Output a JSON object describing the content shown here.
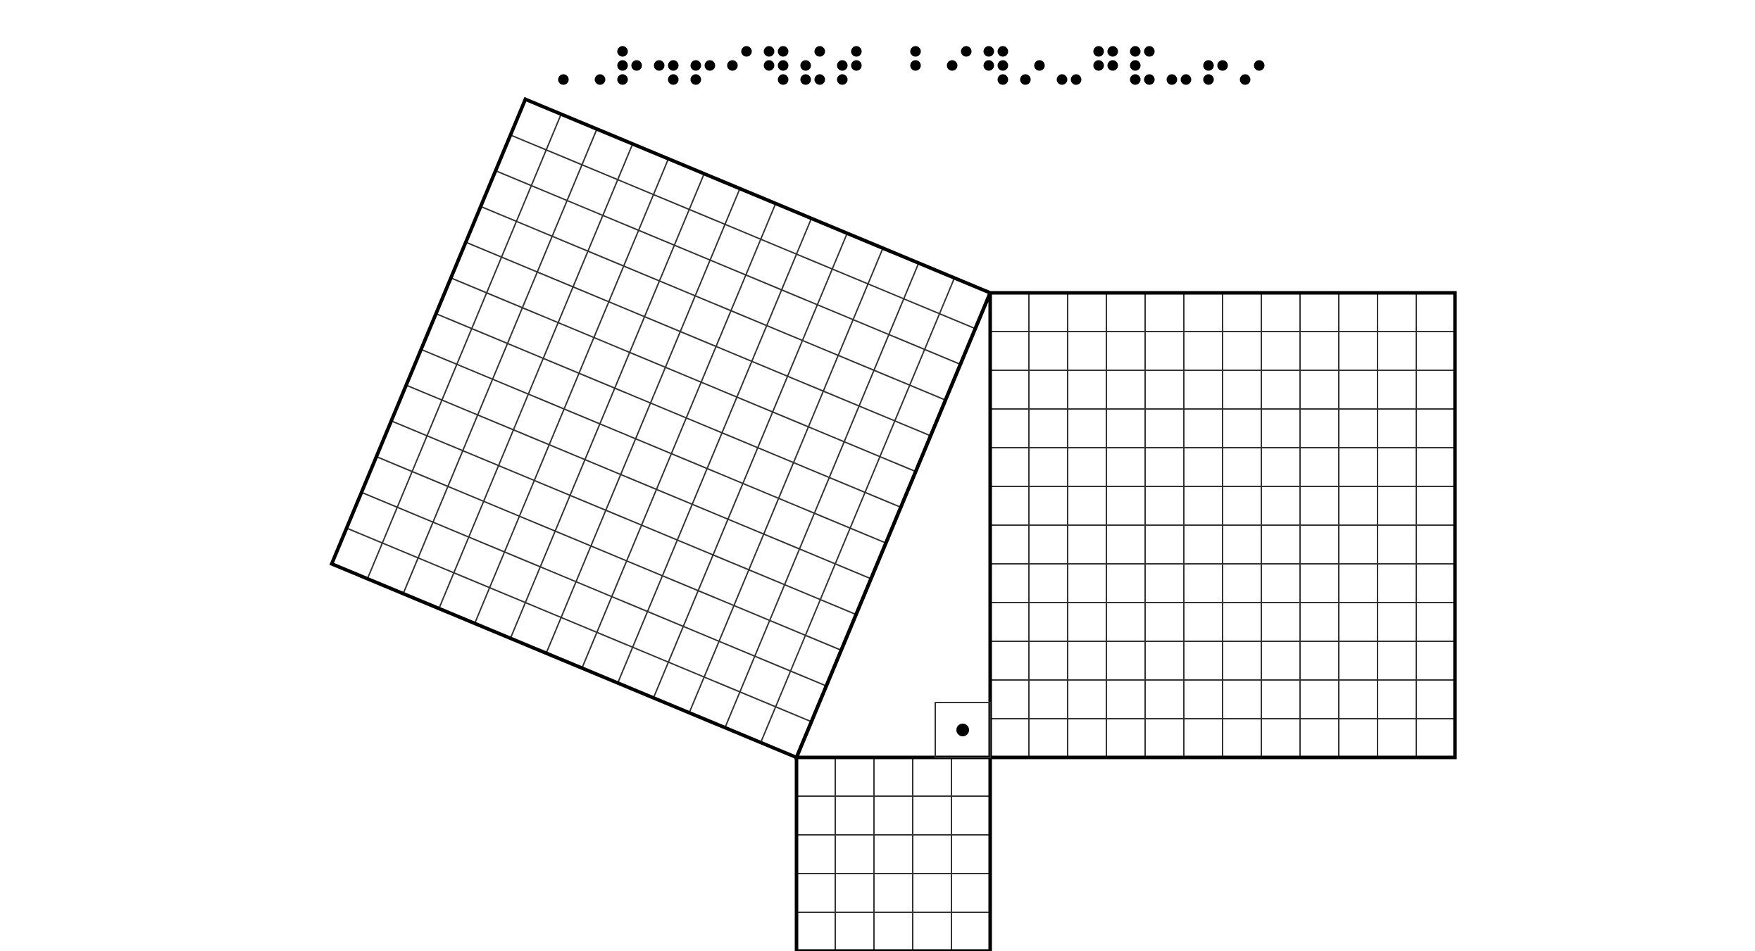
{
  "diagram": {
    "triangle": {
      "leg_a": 5,
      "leg_b": 12,
      "hypotenuse": 13,
      "right_angle_marker": true
    },
    "squares": [
      {
        "name": "square-on-hypotenuse",
        "side": 13
      },
      {
        "name": "square-on-long-leg",
        "side": 12
      },
      {
        "name": "square-on-short-leg",
        "side": 5
      }
    ],
    "colors": {
      "outline": "#000000",
      "grid": "#333333",
      "background": "#ffffff",
      "braille_dot": "#000000"
    }
  },
  "braille_title": {
    "dots": [
      [
        6
      ],
      [
        6
      ],
      [
        1,
        2,
        3,
        5
      ],
      [
        2,
        5,
        6
      ],
      [
        2,
        3,
        5
      ],
      [
        2,
        4
      ],
      [
        1,
        2,
        4,
        5,
        6
      ],
      [
        2,
        3,
        4,
        6
      ],
      [
        2,
        3,
        4,
        5
      ],
      [],
      [
        1,
        2
      ],
      [
        2,
        4
      ],
      [
        1,
        2,
        4,
        5,
        6
      ],
      [
        3,
        5
      ],
      [
        3,
        6
      ],
      [
        1,
        2,
        4,
        5
      ],
      [
        1,
        2,
        3,
        4,
        6
      ],
      [
        3,
        6
      ],
      [
        2,
        3,
        5
      ],
      [
        3,
        5
      ]
    ]
  }
}
